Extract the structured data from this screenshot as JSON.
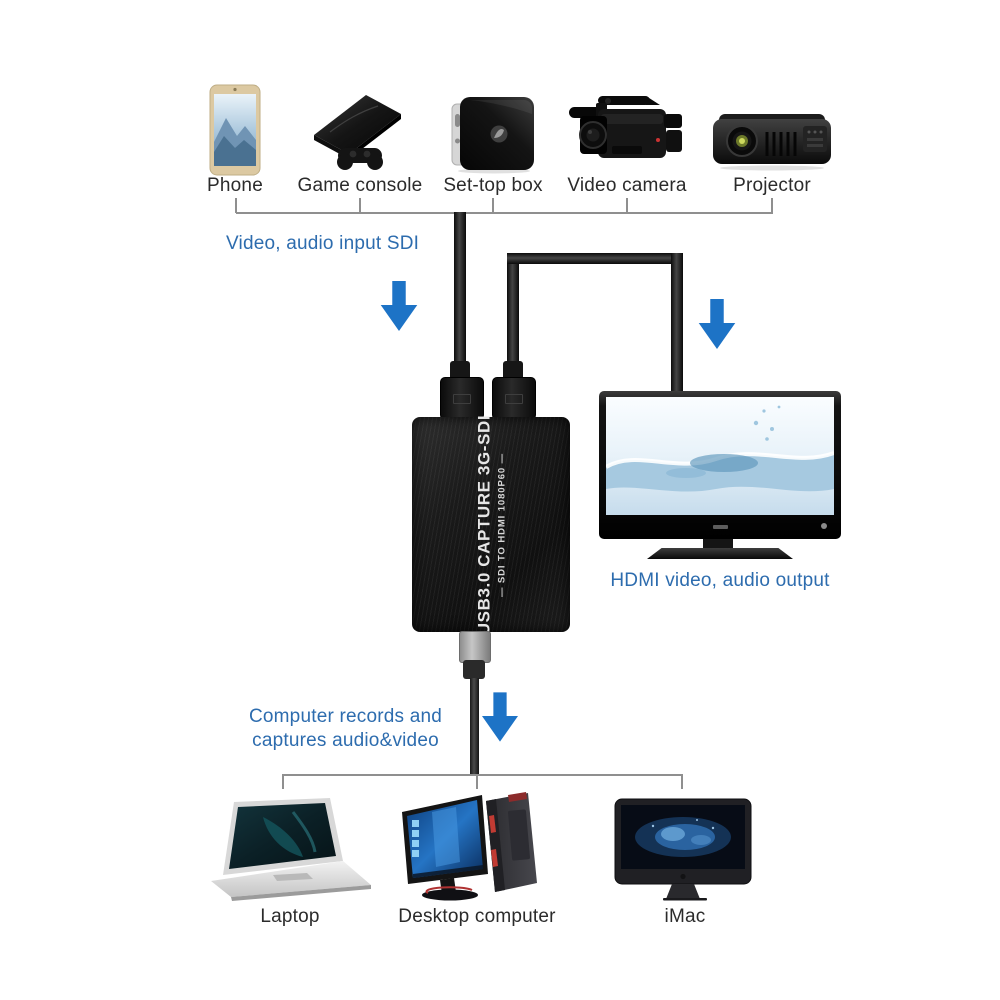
{
  "diagram": {
    "input_annotation": "Video, audio input SDI",
    "hdmi_annotation": "HDMI video, audio output",
    "record_annotation_line1": "Computer records and",
    "record_annotation_line2": "captures audio&video"
  },
  "input_devices": [
    {
      "label": "Phone"
    },
    {
      "label": "Game console"
    },
    {
      "label": "Set-top box"
    },
    {
      "label": "Video camera"
    },
    {
      "label": "Projector"
    }
  ],
  "capture_device": {
    "title": "USB3.0 CAPTURE 3G-SDI",
    "subtitle": "— SDI TO HDMI 1080P60 —"
  },
  "output_devices": [
    {
      "label": "Laptop"
    },
    {
      "label": "Desktop computer"
    },
    {
      "label": "iMac"
    }
  ],
  "colors": {
    "annotation_blue": "#2d6cae",
    "arrow_blue": "#1d73c6",
    "bracket_gray": "#8f8f8f",
    "label_dark": "#2b2b2b"
  }
}
